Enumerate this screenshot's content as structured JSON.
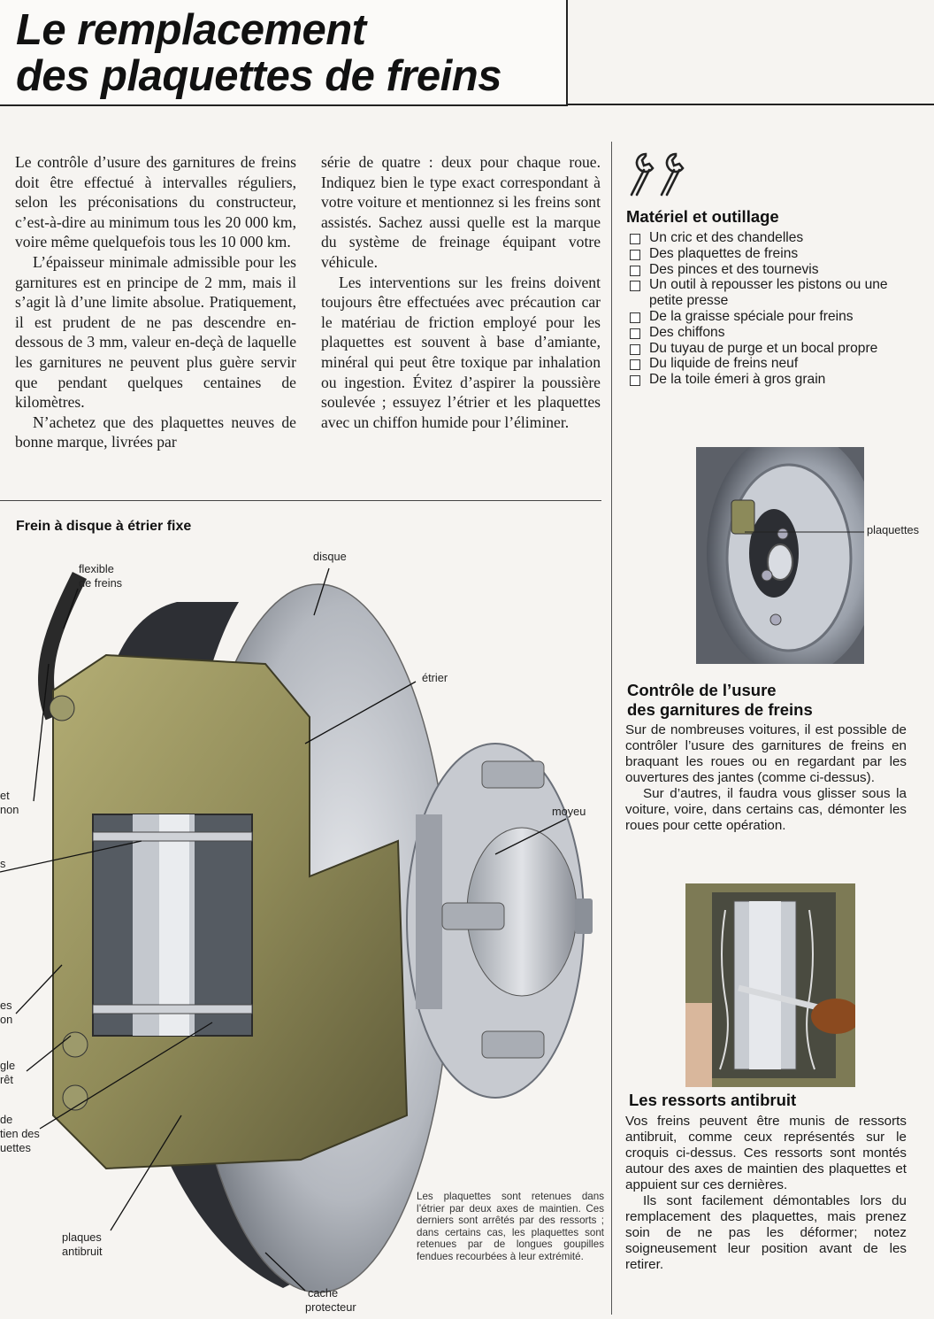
{
  "header": {
    "title_line1": "Le remplacement",
    "title_line2": "des plaquettes de freins"
  },
  "body": {
    "col1": [
      "Le contrôle d’usure des garnitures de freins doit être effectué à intervalles réguliers, selon les préconisations du constructeur, c’est-à-dire au minimum tous les 20 000 km, voire même quelquefois tous les 10 000 km.",
      "L’épaisseur minimale admissible pour les garnitures est en principe de 2 mm, mais il s’agit là d’une limite absolue. Pratiquement, il est prudent de ne pas descendre en-dessous de 3 mm, valeur en-deçà de laquelle les garnitures ne peuvent plus guère servir que pendant quelques centaines de kilomètres.",
      "N’achetez que des plaquettes neuves de bonne marque, livrées par"
    ],
    "col2": [
      "série de quatre : deux pour chaque roue. Indiquez bien le type exact correspondant à votre voiture et mentionnez si les freins sont assistés. Sachez aussi quelle est la marque du système de freinage équipant votre véhicule.",
      "Les interventions sur les freins doivent toujours être effectuées avec précaution car le matériau de friction employé pour les plaquettes est souvent à base d’amiante, minéral qui peut être toxique par inhalation ou ingestion. Évitez d’aspirer la poussière soulevée ; essuyez l’étrier et les plaquettes avec un chiffon humide pour l’éliminer."
    ]
  },
  "tools": {
    "icon": "wrenches-icon",
    "heading": "Matériel et outillage",
    "items": [
      "Un cric et des chandelles",
      "Des plaquettes de freins",
      "Des pinces et des tournevis",
      "Un outil à repousser les pistons ou une petite presse",
      "De la graisse spéciale pour freins",
      "Des chiffons",
      "Du tuyau de purge et un bocal propre",
      "Du liquide de freins neuf",
      "De la toile émeri à gros grain"
    ]
  },
  "wheel_photo": {
    "label": "plaquettes"
  },
  "control": {
    "heading_line1": "Contrôle de l’usure",
    "heading_line2": "des garnitures de freins",
    "paragraphs": [
      "Sur de nombreuses voitures, il est possible de contrôler l’usure des garnitures de freins en braquant les roues ou en regardant par les ouvertures des jantes (comme ci-dessus).",
      "Sur d’autres, il faudra vous glisser sous la voiture, voire, dans certains cas, démonter les roues pour cette opération."
    ]
  },
  "springs": {
    "heading": "Les ressorts antibruit",
    "paragraphs": [
      "Vos freins peuvent être munis de ressorts antibruit, comme ceux représentés sur le croquis ci-dessus. Ces ressorts sont montés autour des axes de maintien des plaquettes et appuient sur ces dernières.",
      "Ils sont facilement démontables lors du remplacement des plaquettes, mais prenez soin de ne pas les déformer; notez soigneusement leur position avant de les retirer."
    ]
  },
  "diagram": {
    "title": "Frein à disque à étrier fixe",
    "labels": {
      "flexible_1": "flexible",
      "flexible_2": "de freins",
      "disque": "disque",
      "etrier": "étrier",
      "moyeu": "moyeu",
      "left_a1": "et",
      "left_a2": "non",
      "left_b": "s",
      "left_c1": "es",
      "left_c2": "on",
      "left_d1": "gle",
      "left_d2": "rêt",
      "left_e1": "de",
      "left_e2": "tien des",
      "left_e3": "uettes",
      "plaques_1": "plaques",
      "plaques_2": "antibruit",
      "cache_1": "cache",
      "cache_2": "protecteur"
    },
    "caption": "Les plaquettes sont retenues dans l’étrier par deux axes de maintien. Ces derniers sont arrêtés par des ressorts ; dans certains cas, les plaquettes sont retenues par de longues goupilles fendues recourbées à leur extrémité."
  },
  "colors": {
    "caliper": "#8f8a58",
    "disc": "#b9bcc3",
    "rule": "#222222"
  }
}
